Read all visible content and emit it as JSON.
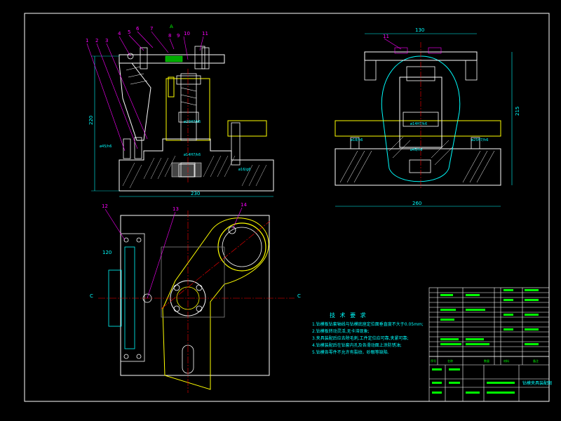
{
  "colors": {
    "background": "#000000",
    "outline": "#ffffff",
    "yellow": "#ffff00",
    "cyan": "#00ffff",
    "magenta": "#ff00ff",
    "red": "#ff0000",
    "green": "#00ff00",
    "hatch": "#ffffff"
  },
  "front_view": {
    "part_numbers": [
      "1",
      "2",
      "3",
      "4",
      "5",
      "6",
      "7",
      "8",
      "9",
      "10",
      "11"
    ],
    "dims": {
      "height": "220",
      "width": "230",
      "fit1": "ø45/h6",
      "fit2": "ø16/g6",
      "fit3": "ø20H7/k6",
      "fit4": "ø14H7/k6"
    },
    "view_mark": "A"
  },
  "side_view": {
    "part_number": "11",
    "dims": {
      "top_width": "130",
      "height": "215",
      "base_width": "260",
      "fit1": "ø45/h6",
      "fit2": "ø14H7/k6",
      "fit3": "ø18/h6",
      "fit4": "ø25H7/h6"
    }
  },
  "top_view": {
    "part_numbers": [
      "12",
      "13",
      "14"
    ],
    "dims": {
      "side": "120",
      "left_mark": "C",
      "right_mark": "C"
    }
  },
  "tech_requirements": {
    "title": "技 术 要 求",
    "items": [
      "1.钻模板钻套轴线与钻模底座定位面垂直度不大于0.05mm;",
      "2.钻模板转动灵活,无卡滞现象;",
      "3.夹具装配后应去除毛刺,工件定位应可靠,夹紧可靠;",
      "4.钻模装配后在钻套内孔及各滑动面上涂防锈油;",
      "5.钻模各零件不允许有裂纹、砂眼等缺陷."
    ]
  },
  "title_block": {
    "drawing_name": "钻模夹具装配图",
    "header_labels": [
      "序号",
      "名称",
      "数量",
      "材料",
      "备注"
    ]
  }
}
